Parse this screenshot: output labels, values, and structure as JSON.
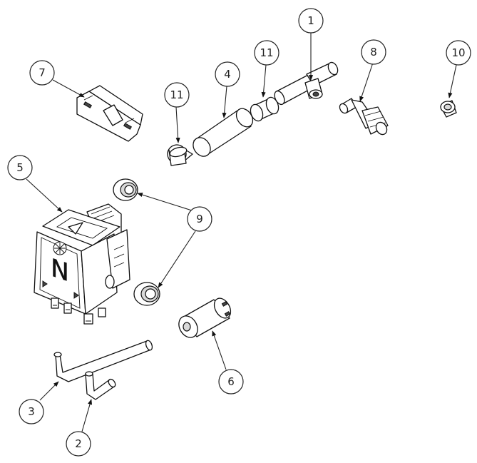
{
  "diagram": {
    "callouts": [
      {
        "label": "1"
      },
      {
        "label": "8"
      },
      {
        "label": "10"
      },
      {
        "label": "11"
      },
      {
        "label": "4"
      },
      {
        "label": "11"
      },
      {
        "label": "7"
      },
      {
        "label": "5"
      },
      {
        "label": "9"
      },
      {
        "label": "6"
      },
      {
        "label": "3"
      },
      {
        "label": "2"
      }
    ],
    "module_mark": "N"
  }
}
